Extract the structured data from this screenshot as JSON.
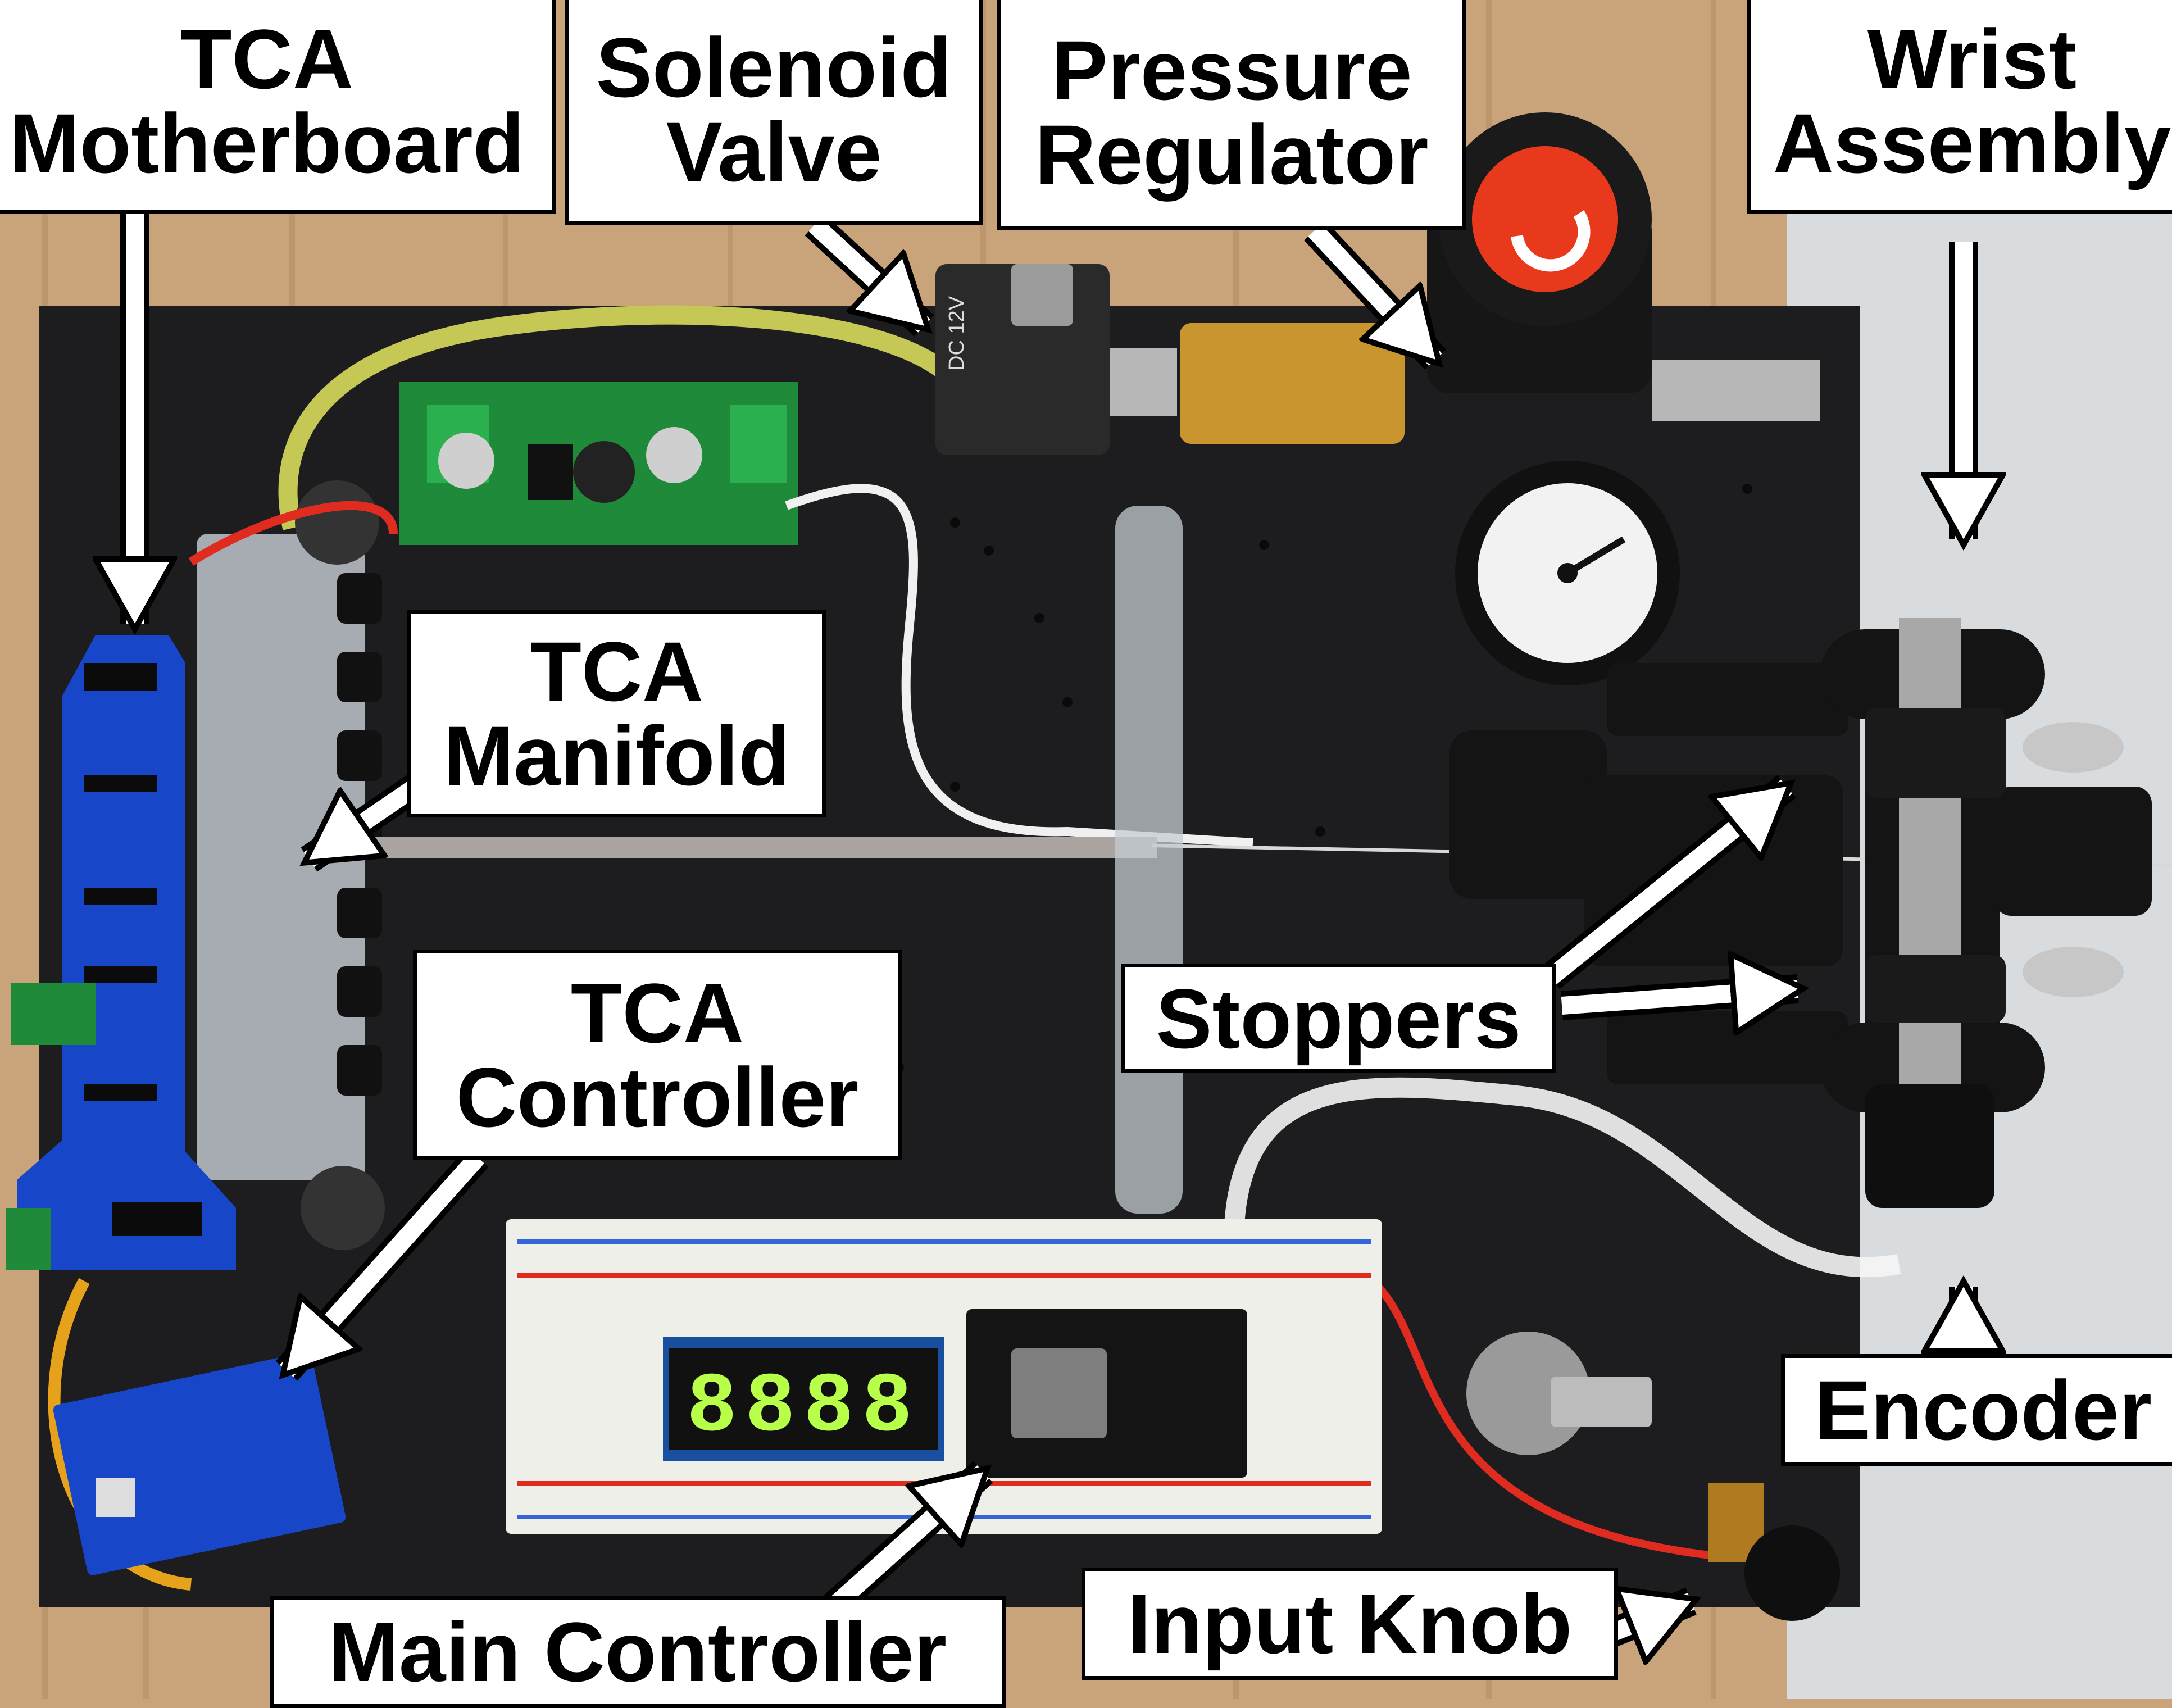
{
  "image": {
    "subject": "Labeled photograph of a pneumatic TCA-driven wrist test rig mounted on a black board",
    "colors": {
      "wood": "#c9a37a",
      "board": "#1d1d1f",
      "wall": "#d9dcde",
      "pcb_blue": "#1747c8",
      "pcb_green": "#1f8a3a",
      "tube_yellow": "#d8dc5a",
      "display_green": "#b8ff4a",
      "knob_red": "#e8391d",
      "brass": "#c8952e"
    }
  },
  "labels": {
    "tca_motherboard": [
      "TCA",
      "Motherboard"
    ],
    "solenoid_valve": [
      "Solenoid",
      "Valve"
    ],
    "pressure_regulator": [
      "Pressure",
      "Regulator"
    ],
    "wrist_assembly": [
      "Wrist",
      "Assembly"
    ],
    "tca_manifold": [
      "TCA",
      "Manifold"
    ],
    "tca_controller": [
      "TCA",
      "Controller"
    ],
    "stoppers": [
      "Stoppers"
    ],
    "encoder": [
      "Encoder"
    ],
    "main_controller": [
      "Main Controller"
    ],
    "input_knob": [
      "Input Knob"
    ]
  },
  "display_readout": "8888",
  "valve_text": "DC 12V"
}
